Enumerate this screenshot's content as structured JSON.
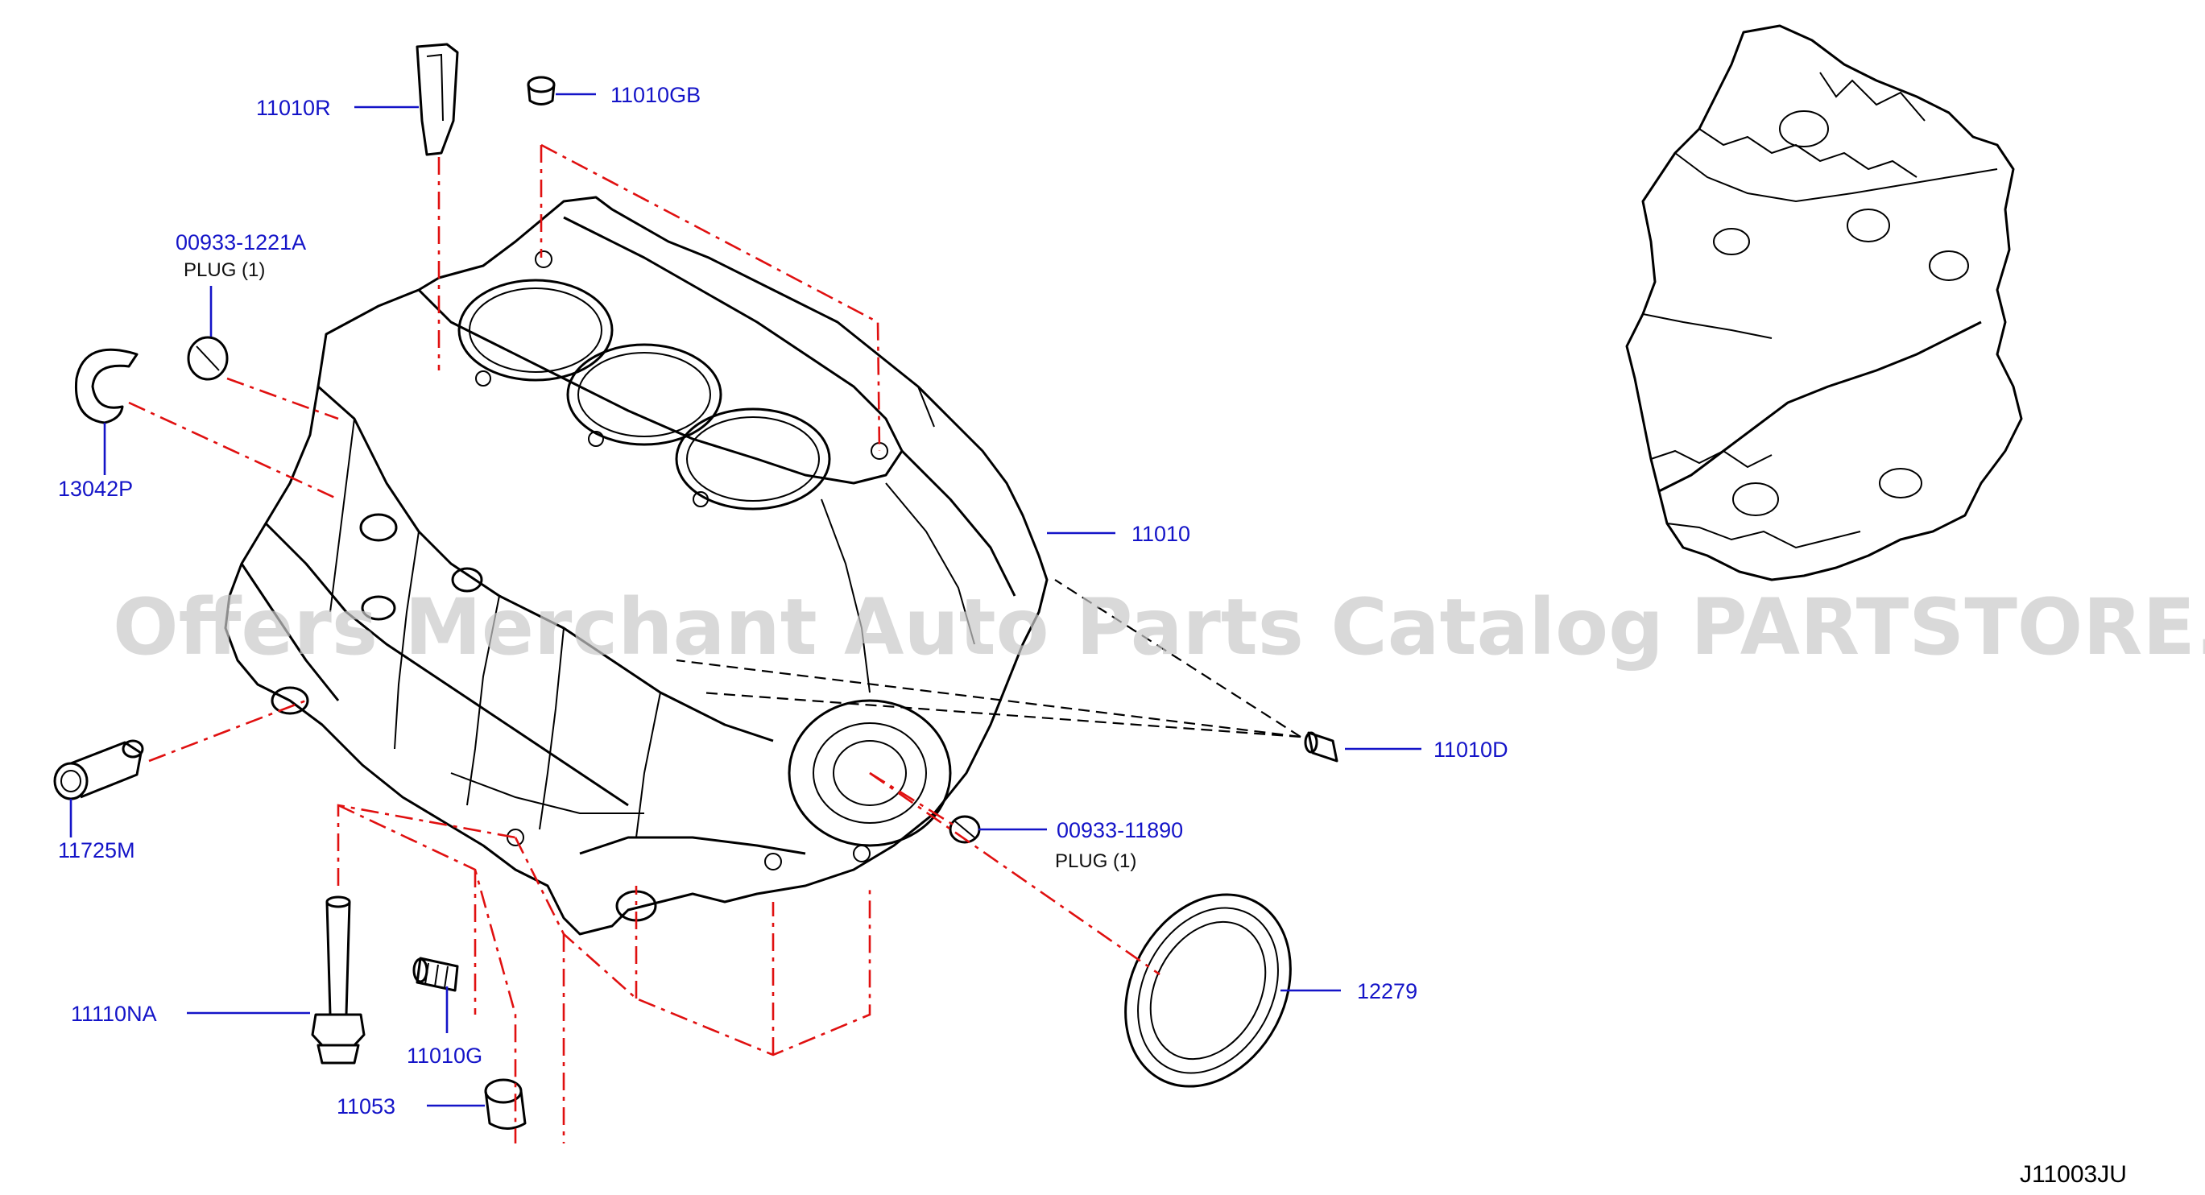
{
  "watermark": "Offers Merchant Auto Parts Catalog PARTSTORE.SA",
  "diagram_code": "J11003JU",
  "parts": [
    {
      "id": "11010R",
      "label": "11010R"
    },
    {
      "id": "11010GB",
      "label": "11010GB"
    },
    {
      "id": "00933-1221A",
      "label": "00933-1221A",
      "sub": "PLUG  (1)"
    },
    {
      "id": "13042P",
      "label": "13042P"
    },
    {
      "id": "11010",
      "label": "11010"
    },
    {
      "id": "11010D",
      "label": "11010D"
    },
    {
      "id": "11725M",
      "label": "11725M"
    },
    {
      "id": "00933-11890",
      "label": "00933-11890",
      "sub": "PLUG    (1)"
    },
    {
      "id": "11110NA",
      "label": "11110NA"
    },
    {
      "id": "11010G",
      "label": "11010G"
    },
    {
      "id": "12279",
      "label": "12279"
    },
    {
      "id": "11053",
      "label": "11053"
    }
  ]
}
